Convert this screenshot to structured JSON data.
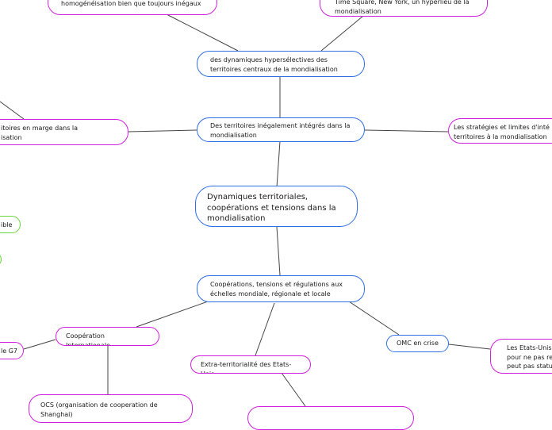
{
  "colors": {
    "central": "#2f6fe6",
    "sub": "#d21ee0",
    "accent": "#67d63a",
    "line": "#444444"
  },
  "root": {
    "label": "Dynamiques territoriales,\ncoopérations et tensions dans la\nmondialisation"
  },
  "branches": {
    "territoires": {
      "label": "Des territoires inégalement intégrés dans la\nmondialisation"
    },
    "cooperations": {
      "label": "Coopérations, tensions et régulations aux\néchelles mondiale, régionale et locale"
    },
    "dynamiques": {
      "label": "des dynamiques hypersélectives des\nterritoires centraux de la mondialisation"
    }
  },
  "topics": {
    "homogeneisation": {
      "label": "homogénéisation bien que toujours inégaux"
    },
    "time_square": {
      "label": "Time Square, New York, un hyperlieu de la\nmondialisation"
    },
    "marge": {
      "label": "itoires en marge dans la\nisation"
    },
    "strategies": {
      "label": "Les stratégies et limites d'inté\nterritoires à la mondialisation"
    },
    "left_ible": {
      "label": "ible"
    },
    "cooperation_internationale": {
      "label": "Coopération Internationale"
    },
    "le_g7": {
      "label": "le G7"
    },
    "ocs": {
      "label": "OCS (organisation de cooperation de\nShanghai)"
    },
    "extra_territorialite": {
      "label": "Extra-territorialité des Etats-Unis"
    },
    "omc": {
      "label": "OMC en crise"
    },
    "etats_unis": {
      "label": "Les Etats-Unis c\npour ne pas ren\npeut pas statue"
    }
  }
}
